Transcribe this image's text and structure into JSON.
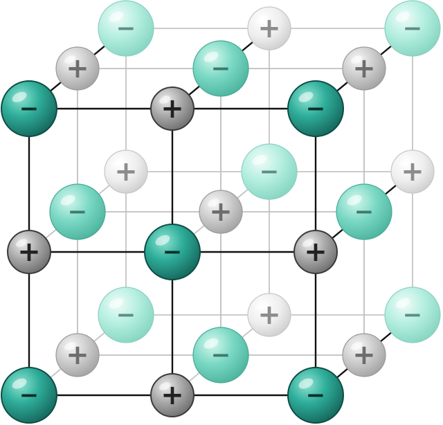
{
  "diagram": {
    "type": "ionic crystal lattice (rock-salt structure, 3×3×3 ions)",
    "colors": {
      "background": "#ffffff",
      "bond_front": "#111111",
      "bond_back": "#c4c4c4",
      "anion_front": "#2a9d8c",
      "anion_mid": "#70d6c0",
      "anion_back": "#a9ecdb",
      "cation_front": "#a3a3a3",
      "cation_mid": "#c9c9c9",
      "cation_back": "#ececec",
      "sign_on_anion_front": "#0b2f2a",
      "sign_on_anion_back": "#5e8d84",
      "sign_on_cation_front": "#222222",
      "sign_on_cation_back": "#8c8c8c"
    },
    "ion_symbols": {
      "anion": "−",
      "cation": "+"
    },
    "ions": [
      {
        "layer": "front",
        "row": "top",
        "col": "left",
        "charge": "anion"
      },
      {
        "layer": "front",
        "row": "top",
        "col": "center",
        "charge": "cation"
      },
      {
        "layer": "front",
        "row": "top",
        "col": "right",
        "charge": "anion"
      },
      {
        "layer": "front",
        "row": "middle",
        "col": "left",
        "charge": "cation"
      },
      {
        "layer": "front",
        "row": "middle",
        "col": "center",
        "charge": "anion"
      },
      {
        "layer": "front",
        "row": "middle",
        "col": "right",
        "charge": "cation"
      },
      {
        "layer": "front",
        "row": "bottom",
        "col": "left",
        "charge": "anion"
      },
      {
        "layer": "front",
        "row": "bottom",
        "col": "center",
        "charge": "cation"
      },
      {
        "layer": "front",
        "row": "bottom",
        "col": "right",
        "charge": "anion"
      },
      {
        "layer": "middle",
        "row": "top",
        "col": "left",
        "charge": "cation"
      },
      {
        "layer": "middle",
        "row": "top",
        "col": "center",
        "charge": "anion"
      },
      {
        "layer": "middle",
        "row": "top",
        "col": "right",
        "charge": "cation"
      },
      {
        "layer": "middle",
        "row": "middle",
        "col": "left",
        "charge": "anion"
      },
      {
        "layer": "middle",
        "row": "middle",
        "col": "center",
        "charge": "cation"
      },
      {
        "layer": "middle",
        "row": "middle",
        "col": "right",
        "charge": "anion"
      },
      {
        "layer": "middle",
        "row": "bottom",
        "col": "left",
        "charge": "cation"
      },
      {
        "layer": "middle",
        "row": "bottom",
        "col": "center",
        "charge": "anion"
      },
      {
        "layer": "middle",
        "row": "bottom",
        "col": "right",
        "charge": "cation"
      },
      {
        "layer": "back",
        "row": "top",
        "col": "left",
        "charge": "anion"
      },
      {
        "layer": "back",
        "row": "top",
        "col": "center",
        "charge": "cation"
      },
      {
        "layer": "back",
        "row": "top",
        "col": "right",
        "charge": "anion"
      },
      {
        "layer": "back",
        "row": "middle",
        "col": "left",
        "charge": "cation"
      },
      {
        "layer": "back",
        "row": "middle",
        "col": "center",
        "charge": "anion"
      },
      {
        "layer": "back",
        "row": "middle",
        "col": "right",
        "charge": "cation"
      },
      {
        "layer": "back",
        "row": "bottom",
        "col": "left",
        "charge": "anion"
      },
      {
        "layer": "back",
        "row": "bottom",
        "col": "center",
        "charge": "cation"
      },
      {
        "layer": "back",
        "row": "bottom",
        "col": "right",
        "charge": "anion"
      }
    ]
  }
}
